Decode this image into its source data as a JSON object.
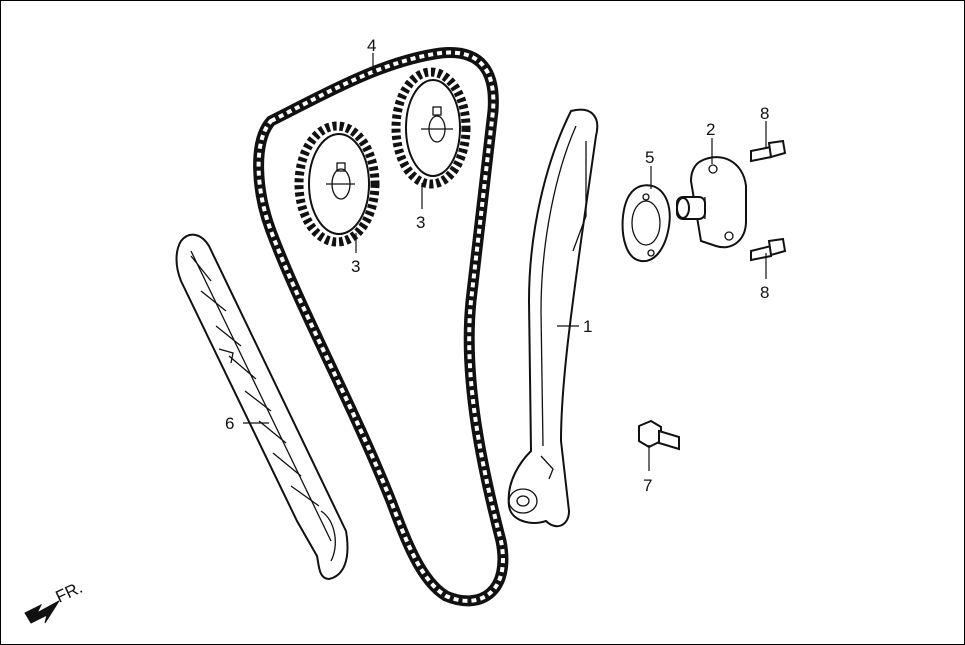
{
  "diagram": {
    "callouts": [
      {
        "id": "c1",
        "text": "1"
      },
      {
        "id": "c2",
        "text": "2"
      },
      {
        "id": "c3a",
        "text": "3"
      },
      {
        "id": "c3b",
        "text": "3"
      },
      {
        "id": "c4",
        "text": "4"
      },
      {
        "id": "c5",
        "text": "5"
      },
      {
        "id": "c6",
        "text": "6"
      },
      {
        "id": "c7",
        "text": "7"
      },
      {
        "id": "c8a",
        "text": "8"
      },
      {
        "id": "c8b",
        "text": "8"
      }
    ],
    "direction_label": "FR."
  },
  "colors": {
    "line": "#111111",
    "background": "#ffffff"
  }
}
